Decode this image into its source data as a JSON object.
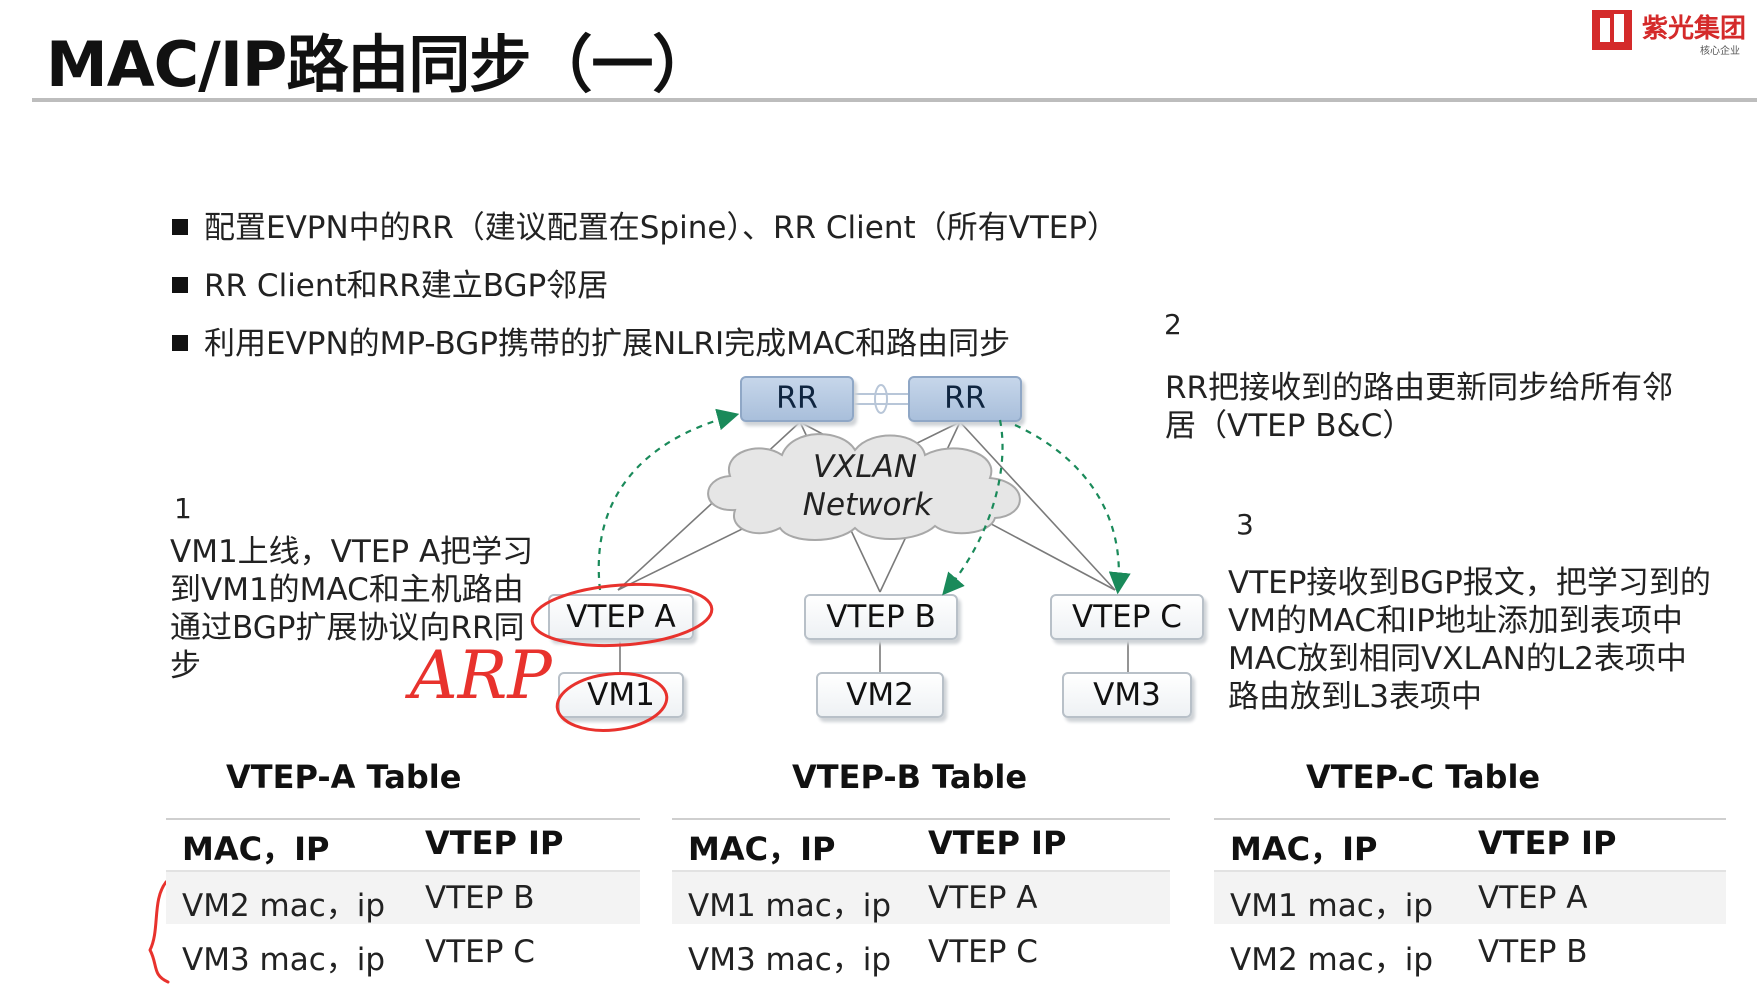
{
  "header": {
    "title": "MAC/IP路由同步（一）",
    "logo_text": "紫光集团",
    "logo_sub": "核心企业",
    "accent": "#d42a2a"
  },
  "bullets": [
    "配置EVPN中的RR（建议配置在Spine）、RR Client（所有VTEP）",
    "RR Client和RR建立BGP邻居",
    "利用EVPN的MP-BGP携带的扩展NLRI完成MAC和路由同步"
  ],
  "steps": [
    {
      "num": "1",
      "lines": [
        "VM1上线，VTEP A把学习",
        "到VM1的MAC和主机路由",
        "通过BGP扩展协议向RR同",
        "步"
      ]
    },
    {
      "num": "2",
      "lines": [
        "RR把接收到的路由更新同步给所有邻",
        "居（VTEP B&C）"
      ]
    },
    {
      "num": "3",
      "lines": [
        "VTEP接收到BGP报文，把学习到的",
        "VM的MAC和IP地址添加到表项中",
        "MAC放到相同VXLAN的L2表项中",
        "路由放到L3表项中"
      ]
    }
  ],
  "diagram": {
    "rr1": "RR",
    "rr2": "RR",
    "cloud_line1": "VXLAN",
    "cloud_line2": "Network",
    "cloud_text_color": "#c0392b",
    "vteps": [
      "VTEP A",
      "VTEP B",
      "VTEP C"
    ],
    "vms": [
      "VM1",
      "VM2",
      "VM3"
    ],
    "annotation": "ARP",
    "annotation_color": "#e8322d",
    "arrow_color": "#1a8a5a"
  },
  "tables": [
    {
      "title": "VTEP-A Table",
      "headers": [
        "MAC，IP",
        "VTEP IP"
      ],
      "rows": [
        [
          "VM2 mac，ip",
          "VTEP B"
        ],
        [
          "VM3 mac，ip",
          "VTEP C"
        ]
      ]
    },
    {
      "title": "VTEP-B Table",
      "headers": [
        "MAC，IP",
        "VTEP IP"
      ],
      "rows": [
        [
          "VM1 mac，ip",
          "VTEP A"
        ],
        [
          "VM3 mac，ip",
          "VTEP C"
        ]
      ]
    },
    {
      "title": "VTEP-C Table",
      "headers": [
        "MAC，IP",
        "VTEP IP"
      ],
      "rows": [
        [
          "VM1 mac，ip",
          "VTEP A"
        ],
        [
          "VM2 mac，ip",
          "VTEP B"
        ]
      ]
    }
  ]
}
